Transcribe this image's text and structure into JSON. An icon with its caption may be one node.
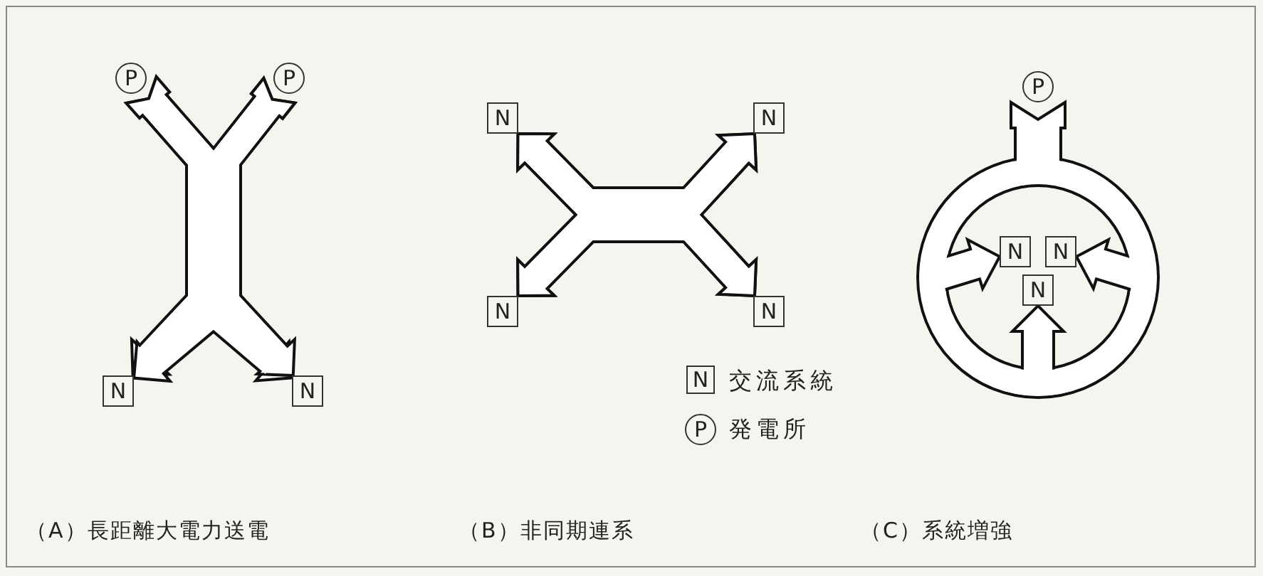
{
  "diagram": {
    "nodes": [
      {
        "text": [
          "P"
        ]
      },
      {
        "text": [
          "P"
        ]
      },
      {
        "text": [
          "N"
        ]
      },
      {
        "text": [
          "N"
        ]
      },
      {
        "text": [
          "N"
        ]
      },
      {
        "text": [
          "N"
        ]
      },
      {
        "text": [
          "N"
        ]
      },
      {
        "text": [
          "N"
        ]
      },
      {
        "text": [
          "P"
        ]
      },
      {
        "text": [],
        "shape": "circle"
      },
      {
        "text": [
          "N"
        ],
        "in": 9
      },
      {
        "text": [
          "N"
        ],
        "in": 9
      },
      {
        "text": [
          "N"
        ],
        "in": 9
      }
    ],
    "edges": [
      {
        "from": 0,
        "to": 2,
        "arrow": "to"
      },
      {
        "from": 0,
        "to": 3,
        "arrow": "to"
      },
      {
        "from": 1,
        "to": 2,
        "arrow": "to"
      },
      {
        "from": 1,
        "to": 3,
        "arrow": "to"
      },
      {
        "from": 4,
        "to": 5,
        "arrow": "both"
      },
      {
        "from": 4,
        "to": 7,
        "arrow": "both"
      },
      {
        "from": 6,
        "to": 5,
        "arrow": "both"
      },
      {
        "from": 6,
        "to": 7,
        "arrow": "both"
      },
      {
        "from": 8,
        "to": 9,
        "arrow": "none"
      },
      {
        "from": 9,
        "to": 10,
        "arrow": "to"
      },
      {
        "from": 9,
        "to": 11,
        "arrow": "to"
      },
      {
        "from": 9,
        "to": 12,
        "arrow": "to"
      }
    ],
    "labels": [
      "N",
      "P",
      "（A）長距離大電力送電",
      "（B）非同期連系",
      "（C）系統増強"
    ],
    "legend": [
      {
        "text": "交流系統"
      },
      {
        "text": "発電所"
      }
    ]
  }
}
